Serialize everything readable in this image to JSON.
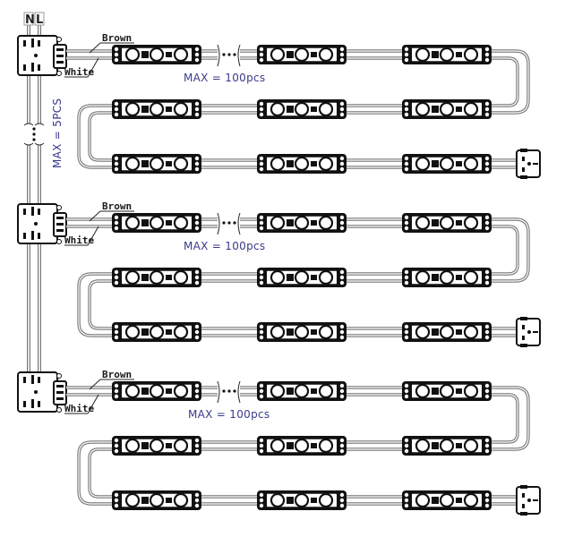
{
  "title": "LED module wiring diagram",
  "colors": {
    "line": "#222222",
    "wire": "#777777",
    "module": "#111111",
    "max_label": "#3a3a8a",
    "background": "#ffffff"
  },
  "power_input": {
    "terminals": [
      "N",
      "L"
    ]
  },
  "trunk": {
    "max_label": "MAX = 5PCS"
  },
  "groups": [
    {
      "brown_label": "Brown",
      "white_label": "White",
      "max_label": "MAX = 100pcs",
      "rows": 3,
      "modules_per_row": 3,
      "end_connector": "end-plug"
    },
    {
      "brown_label": "Brown",
      "white_label": "White",
      "max_label": "MAX = 100pcs",
      "rows": 3,
      "modules_per_row": 3,
      "end_connector": "end-plug"
    },
    {
      "brown_label": "Brown",
      "white_label": "White",
      "max_label": "MAX = 100pcs",
      "rows": 3,
      "modules_per_row": 3,
      "end_connector": "end-plug"
    }
  ]
}
